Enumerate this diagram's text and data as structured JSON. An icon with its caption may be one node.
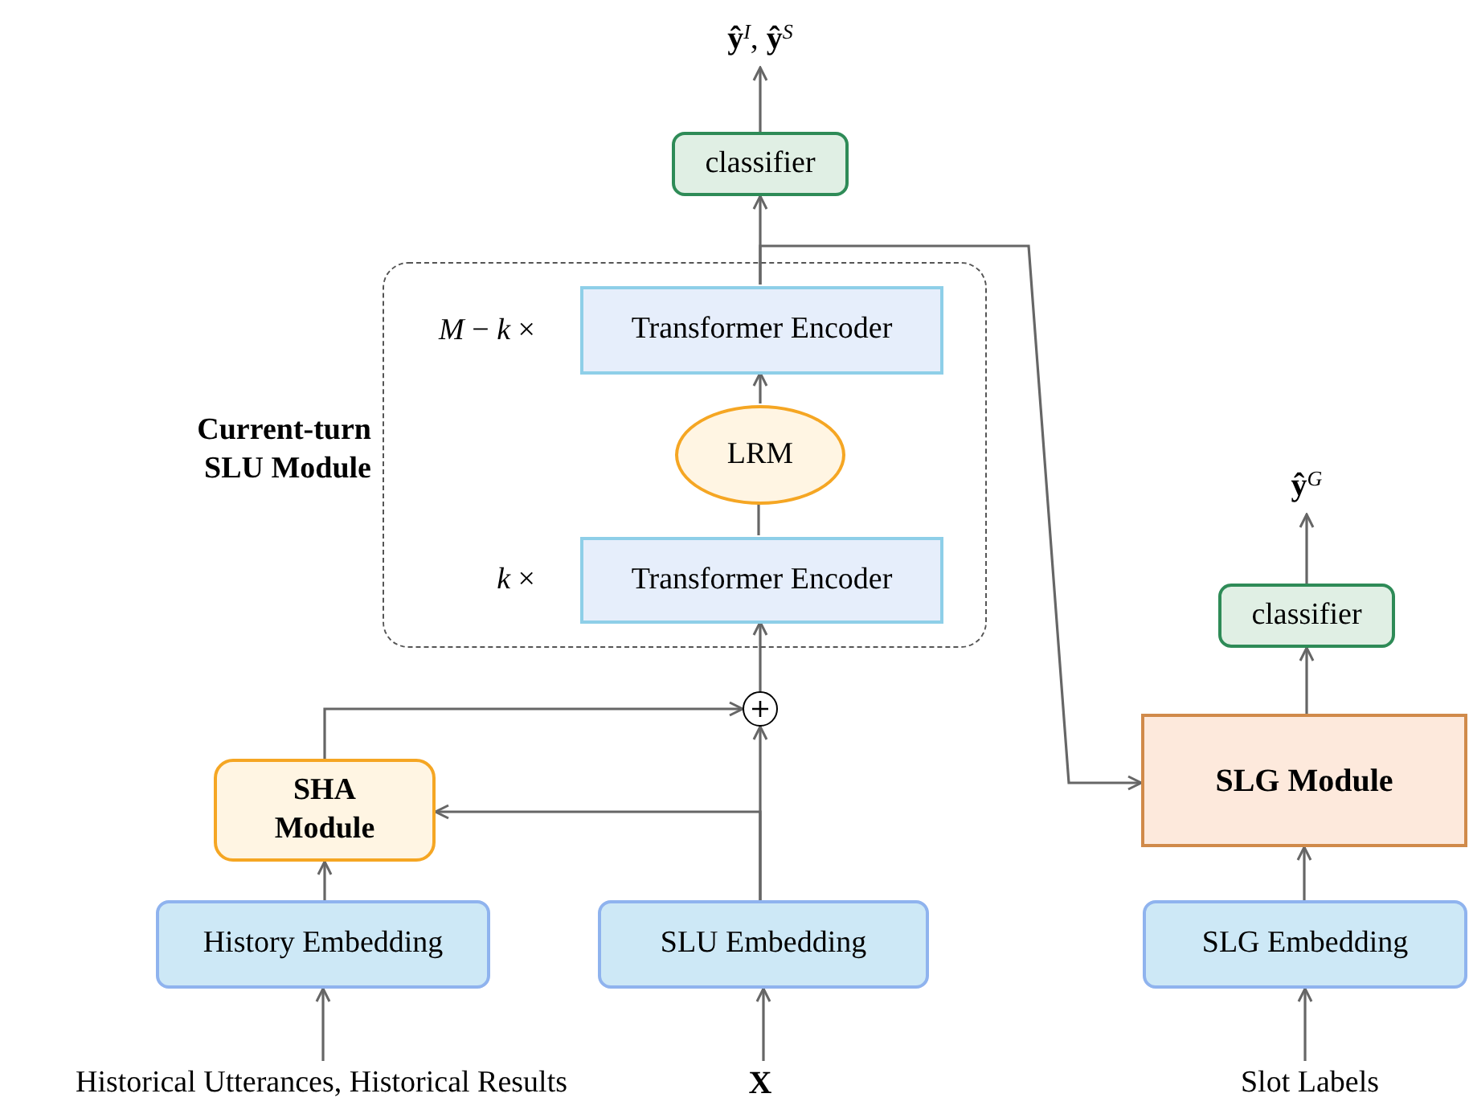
{
  "diagram": {
    "nodes": [
      {
        "text": [
          "**ŷ**$^{I}$, **ŷ**$^{S}$"
        ]
      },
      {
        "text": [
          "classifier"
        ]
      },
      {
        "text": [
          "Current-turn SLU Module"
        ]
      },
      {
        "text": [
          "Transformer Encoder"
        ],
        "in": 2,
        "beside": [
          "*M* − *k* ×"
        ]
      },
      {
        "text": [
          "LRM"
        ],
        "in": 2
      },
      {
        "text": [
          "Transformer Encoder"
        ],
        "in": 2,
        "beside": [
          "*k* ×"
        ]
      },
      {
        "text": [],
        "shape": "circle"
      },
      {
        "text": [
          "SHA Module"
        ]
      },
      {
        "text": [
          "History Embedding"
        ]
      },
      {
        "text": [
          "SLU Embedding"
        ]
      },
      {
        "text": [
          "Historical Utterances, Historical Results"
        ]
      },
      {
        "text": [
          "X"
        ]
      },
      {
        "text": [
          "**ŷ**$^{G}$"
        ]
      },
      {
        "text": [
          "classifier"
        ]
      },
      {
        "text": [
          "SLG Module"
        ]
      },
      {
        "text": [
          "SLG Embedding"
        ]
      },
      {
        "text": [
          "Slot Labels"
        ]
      }
    ],
    "edges": [
      {
        "from": 1,
        "to": 0,
        "arrow": "to"
      },
      {
        "from": 3,
        "to": 1,
        "arrow": "to"
      },
      {
        "from": 4,
        "to": 3,
        "arrow": "to"
      },
      {
        "from": 5,
        "to": 4,
        "arrow": "none"
      },
      {
        "from": 6,
        "to": 5,
        "arrow": "to"
      },
      {
        "from": 7,
        "to": 6,
        "arrow": "to"
      },
      {
        "from": 9,
        "to": 6,
        "arrow": "to"
      },
      {
        "from": 9,
        "to": 7,
        "arrow": "to"
      },
      {
        "from": 8,
        "to": 7,
        "arrow": "to"
      },
      {
        "from": 10,
        "to": 8,
        "arrow": "to"
      },
      {
        "from": 11,
        "to": 9,
        "arrow": "to"
      },
      {
        "from": 3,
        "to": 14,
        "arrow": "to"
      },
      {
        "from": 14,
        "to": 13,
        "arrow": "to"
      },
      {
        "from": 13,
        "to": 12,
        "arrow": "to"
      },
      {
        "from": 15,
        "to": 14,
        "arrow": "to"
      },
      {
        "from": 16,
        "to": 15,
        "arrow": "to"
      }
    ]
  }
}
